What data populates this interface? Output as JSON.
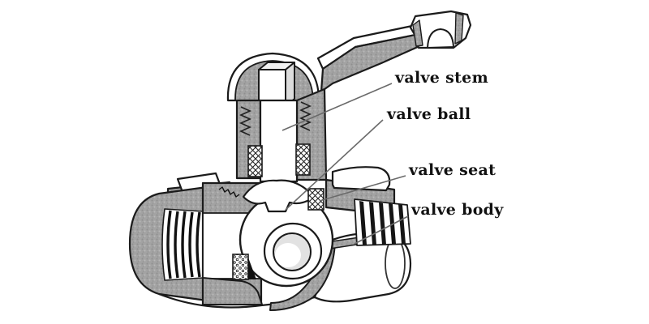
{
  "figure": {
    "type": "technical-diagram",
    "subject": "Ball valve cutaway (cross-section) illustration",
    "labels": [
      {
        "id": "valve_stem",
        "text": "valve stem"
      },
      {
        "id": "valve_ball",
        "text": "valve ball"
      },
      {
        "id": "valve_seat",
        "text": "valve seat"
      },
      {
        "id": "valve_body",
        "text": "valve body"
      }
    ],
    "colors": {
      "background": "#ffffff",
      "outline": "#1b1b1b",
      "cut_metal_gray": "#a3a3a3",
      "leader_line_gray": "#6a6a6a",
      "label_text": "#111111"
    }
  }
}
